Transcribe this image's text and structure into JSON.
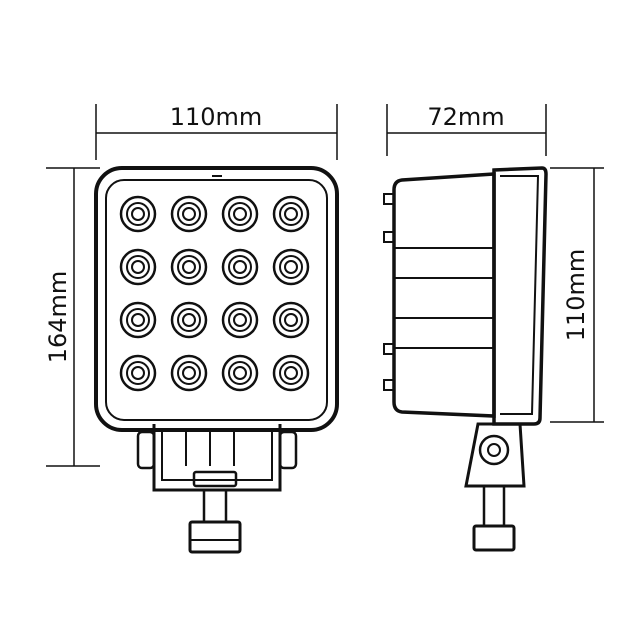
{
  "dimensions": {
    "front_width": "110mm",
    "front_height": "164mm",
    "side_depth": "72mm",
    "side_height": "110mm"
  },
  "led_array": {
    "rows": 4,
    "columns": 4
  },
  "colors": {
    "line": "#111111",
    "background": "#ffffff"
  }
}
